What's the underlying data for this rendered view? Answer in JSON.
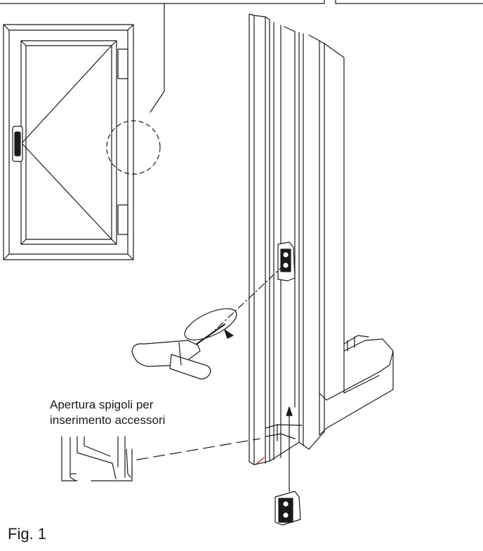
{
  "figure": {
    "caption_line1": "Apertura spigoli per",
    "caption_line2": "inserimento accessori",
    "figure_label": "Fig. 1"
  },
  "palette": {
    "line": "#1a1a1a",
    "accent": "#c0392b",
    "background": "#ffffff"
  }
}
